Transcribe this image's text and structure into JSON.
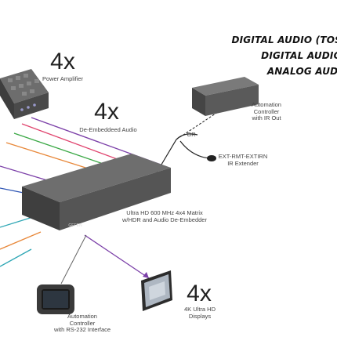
{
  "legend": {
    "line1": "DIGITAL AUDIO (TOS",
    "line2": "DIGITAL AUDIO",
    "line3": "ANALOG AUDI"
  },
  "amplifier": {
    "count": "4x",
    "label": "Power Amplifier"
  },
  "audio": {
    "count": "4x",
    "label": "De-Embeddeed Audio"
  },
  "controller_ir": {
    "label_line1": "Automation",
    "label_line2": "Controller",
    "label_line3": "with IR Out"
  },
  "or_label": "OR",
  "ir_extender": {
    "label_line1": "EXT-RMT-EXTIRN",
    "label_line2": "IR Extender"
  },
  "matrix": {
    "label_line1": "Ultra HD 600 MHz 4x4 Matrix",
    "label_line2": "w/HDR and Audio De-Embedder",
    "logo": "GEFEN"
  },
  "displays": {
    "count": "4x",
    "label_line1": "4K Ultra HD",
    "label_line2": "Displays"
  },
  "controller_rs232": {
    "label_line1": "Automation",
    "label_line2": "Controller",
    "label_line3": "with RS-232 Interface"
  },
  "colors": {
    "purple": "#7b3fa8",
    "pink": "#e0446e",
    "green": "#3aa845",
    "orange": "#e8883a",
    "blue": "#2e55b4",
    "teal": "#2fa7b5",
    "device": "#5e5e5e"
  }
}
